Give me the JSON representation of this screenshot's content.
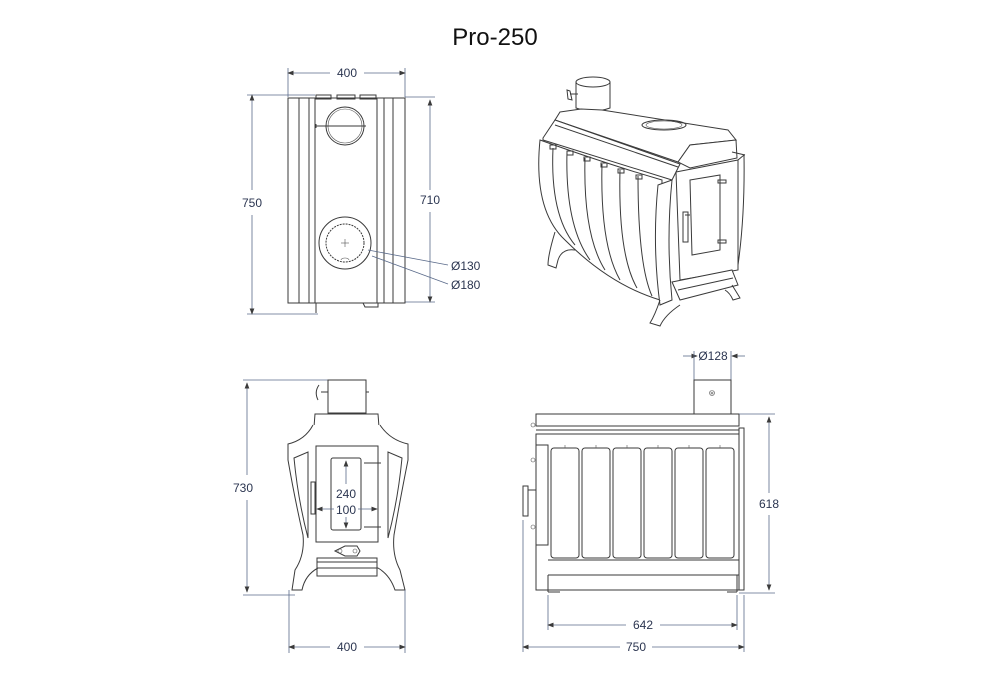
{
  "title": "Pro-250",
  "views": {
    "top": {
      "label": "top-view",
      "dimensions": {
        "width": "400",
        "depth": "750",
        "inner_depth": "710",
        "hotplate_inner_diameter": "Ø130",
        "hotplate_outer_diameter": "Ø180"
      }
    },
    "isometric": {
      "label": "isometric-view"
    },
    "front": {
      "label": "front-view",
      "dimensions": {
        "height": "730",
        "window_height": "240",
        "window_width": "100",
        "width": "400"
      }
    },
    "side": {
      "label": "side-view",
      "dimensions": {
        "flue_diameter": "Ø128",
        "body_height": "618",
        "inner_length": "642",
        "length": "750"
      }
    }
  },
  "colors": {
    "line": "#3a3a3a",
    "dimension_text": "#2b3550",
    "background": "#ffffff"
  }
}
